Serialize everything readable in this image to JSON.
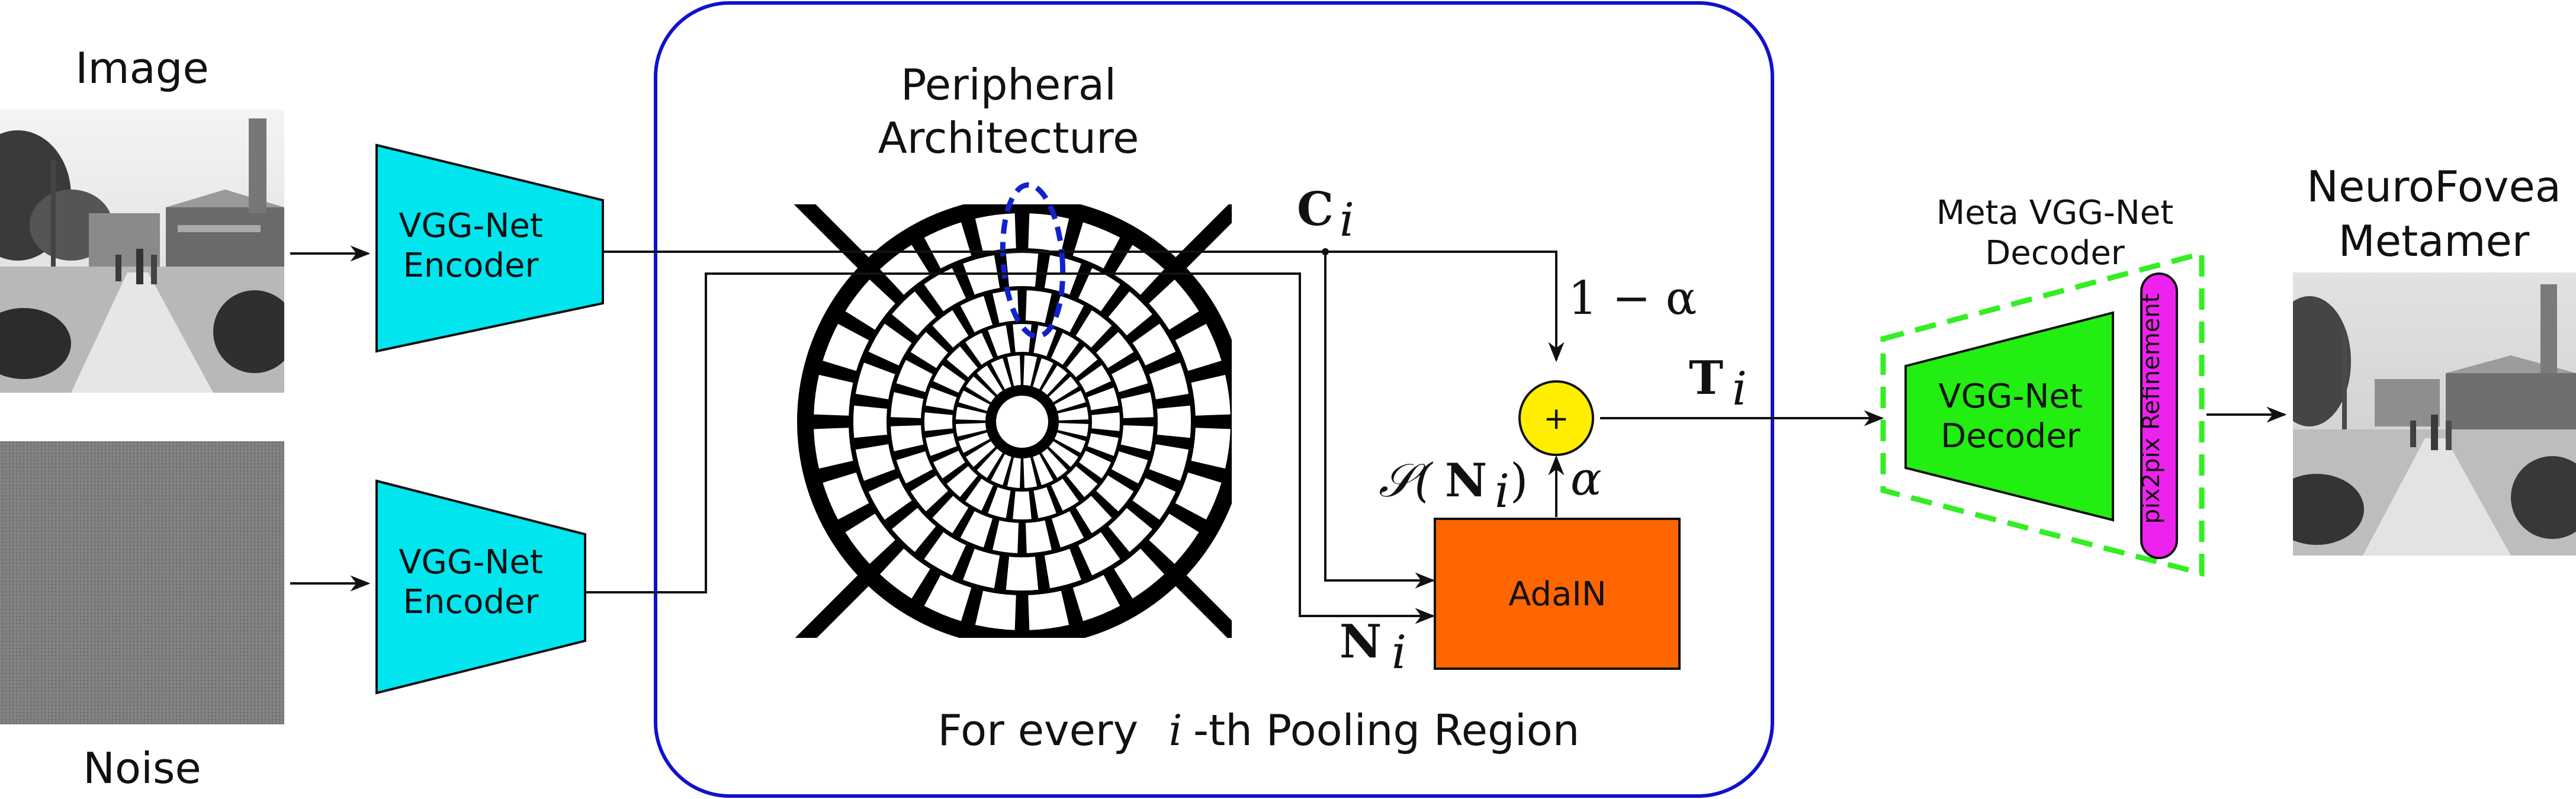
{
  "inputs": {
    "image_label": "Image",
    "noise_label": "Noise"
  },
  "encoders": {
    "top": {
      "line1": "VGG-Net",
      "line2": "Encoder"
    },
    "bottom": {
      "line1": "VGG-Net",
      "line2": "Encoder"
    }
  },
  "peripheral": {
    "title_line1": "Peripheral",
    "title_line2": "Architecture"
  },
  "math": {
    "content_bold": "C",
    "content_sub": "i",
    "noise_bold": "N",
    "noise_sub": "i",
    "one_minus_alpha": "1 − α",
    "alpha": "α",
    "stat_prefix": "𝒮(",
    "stat_bold": "N",
    "stat_sub": "i",
    "stat_suffix": ")",
    "output_bold": "T",
    "output_sub": "i",
    "sum_symbol": "+"
  },
  "adain": {
    "label": "AdaIN"
  },
  "region_caption": {
    "prefix": "For every ",
    "var": "i",
    "suffix": "-th Pooling Region"
  },
  "decoder": {
    "meta_line1": "Meta VGG-Net",
    "meta_line2": "Decoder",
    "line1": "VGG-Net",
    "line2": "Decoder",
    "refinement_label": "pix2pix Refinement"
  },
  "output": {
    "title_line1": "NeuroFovea",
    "title_line2": "Metamer"
  },
  "colors": {
    "encoder_fill": "#00e5ee",
    "decoder_fill": "#22ee11",
    "adain_fill": "#ff6600",
    "sum_fill": "#ffee00",
    "frame_stroke": "#1111cc",
    "meta_stroke": "#33ee22",
    "refine_fill": "#ee22ee",
    "highlight_stroke": "#1122cc"
  }
}
